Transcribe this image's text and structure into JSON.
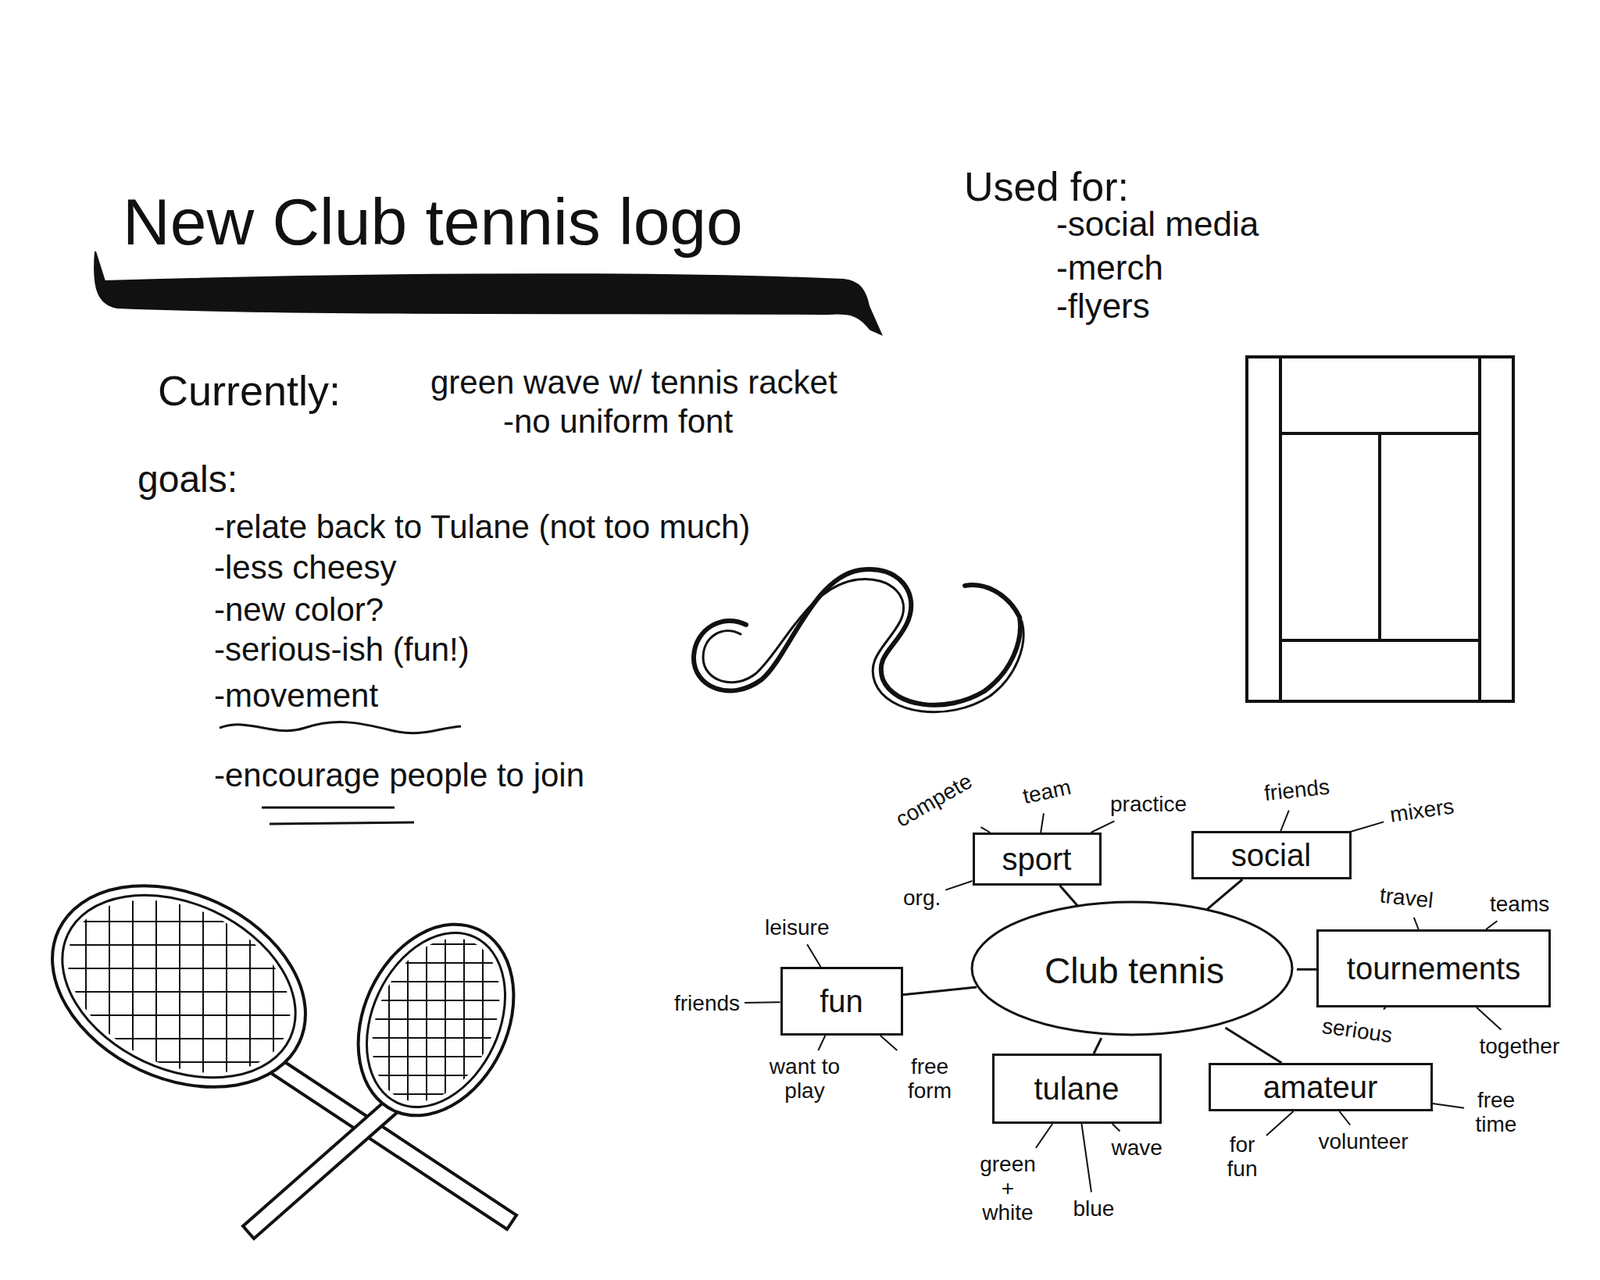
{
  "diagram": {
    "title": "New Club tennis logo",
    "nodes": [
      {
        "text": [
          "Club tennis"
        ]
      },
      {
        "text": [
          "sport"
        ]
      },
      {
        "text": [
          "social"
        ]
      },
      {
        "text": [
          "fun"
        ]
      },
      {
        "text": [
          "tournements"
        ]
      },
      {
        "text": [
          "tulane"
        ]
      },
      {
        "text": [
          "amateur"
        ]
      }
    ],
    "edges": [
      {
        "from": 0,
        "to": 1,
        "arrow": "none"
      },
      {
        "from": 0,
        "to": 2,
        "arrow": "none"
      },
      {
        "from": 0,
        "to": 3,
        "arrow": "none"
      },
      {
        "from": 0,
        "to": 4,
        "arrow": "none"
      },
      {
        "from": 0,
        "to": 5,
        "arrow": "none"
      },
      {
        "from": 0,
        "to": 6,
        "arrow": "none"
      }
    ],
    "labels": [
      "Used for:",
      "-social media",
      "-merch",
      "-flyers",
      "Currently:",
      "green wave w/ tennis racket",
      "-no uniform font",
      "goals:",
      "-relate back to Tulane (not too much)",
      "-less cheesy",
      "-new color?",
      "-serious-ish (fun!)",
      "-movement",
      "-encourage people to join",
      "compete",
      "team",
      "practice",
      "org.",
      "friends",
      "mixers",
      "travel",
      "teams",
      "serious",
      "together",
      "free time",
      "volunteer",
      "for fun",
      "green + white",
      "wave",
      "blue",
      "leisure",
      "friends",
      "want to play",
      "free form"
    ]
  }
}
